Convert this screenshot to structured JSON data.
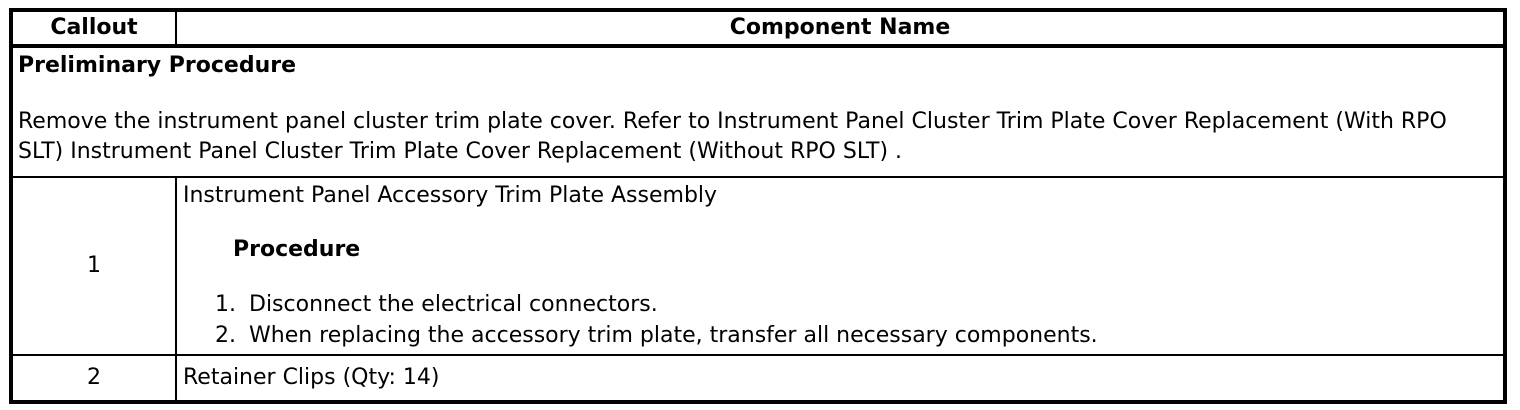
{
  "header": {
    "callout": "Callout",
    "component_name": "Component Name"
  },
  "preliminary": {
    "title": "Preliminary Procedure",
    "body": "Remove the instrument panel cluster trim plate cover. Refer to Instrument Panel Cluster Trim Plate Cover Replacement (With RPO SLT) Instrument Panel Cluster Trim Plate Cover Replacement (Without RPO SLT) ."
  },
  "rows": [
    {
      "callout": "1",
      "component": "Instrument Panel Accessory Trim Plate Assembly",
      "procedure_heading": "Procedure",
      "steps": [
        "Disconnect the electrical connectors.",
        "When replacing the accessory trim plate, transfer all necessary components."
      ]
    },
    {
      "callout": "2",
      "component": "Retainer Clips (Qty: 14)"
    }
  ],
  "colors": {
    "border": "#000000",
    "text": "#000000",
    "background": "#ffffff"
  }
}
